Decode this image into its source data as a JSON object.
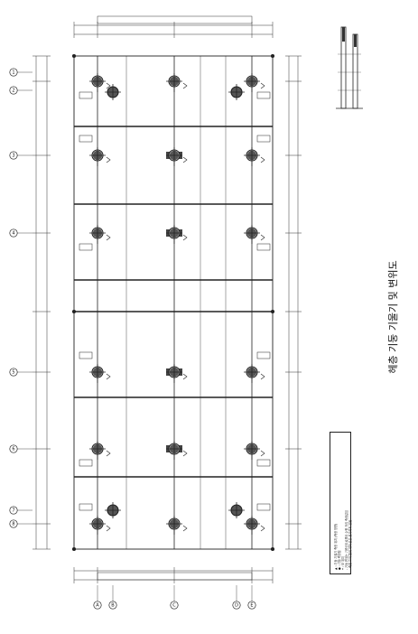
{
  "title": "헤층 기둥 기울기 및 변위도",
  "notes": [
    "▲ : 기둥 기울기 측정 위치 (측정 방향)",
    "● : 기둥 측정점",
    "━ : 보 위치",
    "- 기둥 변위는 기준선으로부터 수평 거리 측정값임",
    "- 측정 오차 범위 내의 값은 표기하지 않음"
  ],
  "bubble_labels": {
    "left": [
      "1",
      "2",
      "3",
      "4",
      "5",
      "6",
      "7",
      "8"
    ],
    "bottom": [
      "A",
      "B",
      "C",
      "D",
      "E"
    ]
  },
  "colors": {
    "line": "#222222",
    "text": "#111111"
  },
  "icons": {
    "column": "column-marker-icon",
    "bubble": "grid-bubble-icon",
    "section": "section-detail-icon"
  }
}
